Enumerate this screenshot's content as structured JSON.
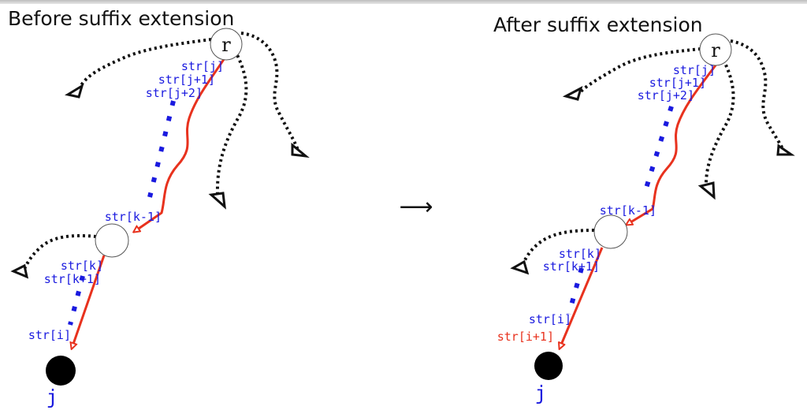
{
  "left": {
    "title": "Before suffix extension",
    "root_label": "r",
    "leaf_label": "j",
    "labels": {
      "str_j": "str[j]",
      "str_j1": "str[j+1]",
      "str_j2": "str[j+2]",
      "str_k_minus_1": "str[k-1]",
      "str_k": "str[k]",
      "str_k1": "str[k+1]",
      "str_i": "str[i]"
    }
  },
  "middle": {
    "arrow": "⟶"
  },
  "right": {
    "title": "After suffix extension",
    "root_label": "r",
    "leaf_label": "j",
    "labels": {
      "str_j": "str[j]",
      "str_j1": "str[j+1]",
      "str_j2": "str[j+2]",
      "str_k_minus_1": "str[k-1]",
      "str_k": "str[k]",
      "str_k1": "str[k+1]",
      "str_i": "str[i]",
      "str_i1": "str[i+1]"
    }
  },
  "colors": {
    "path": "#e8321e",
    "label": "#1a1adf",
    "dotted_edge": "#111111"
  }
}
